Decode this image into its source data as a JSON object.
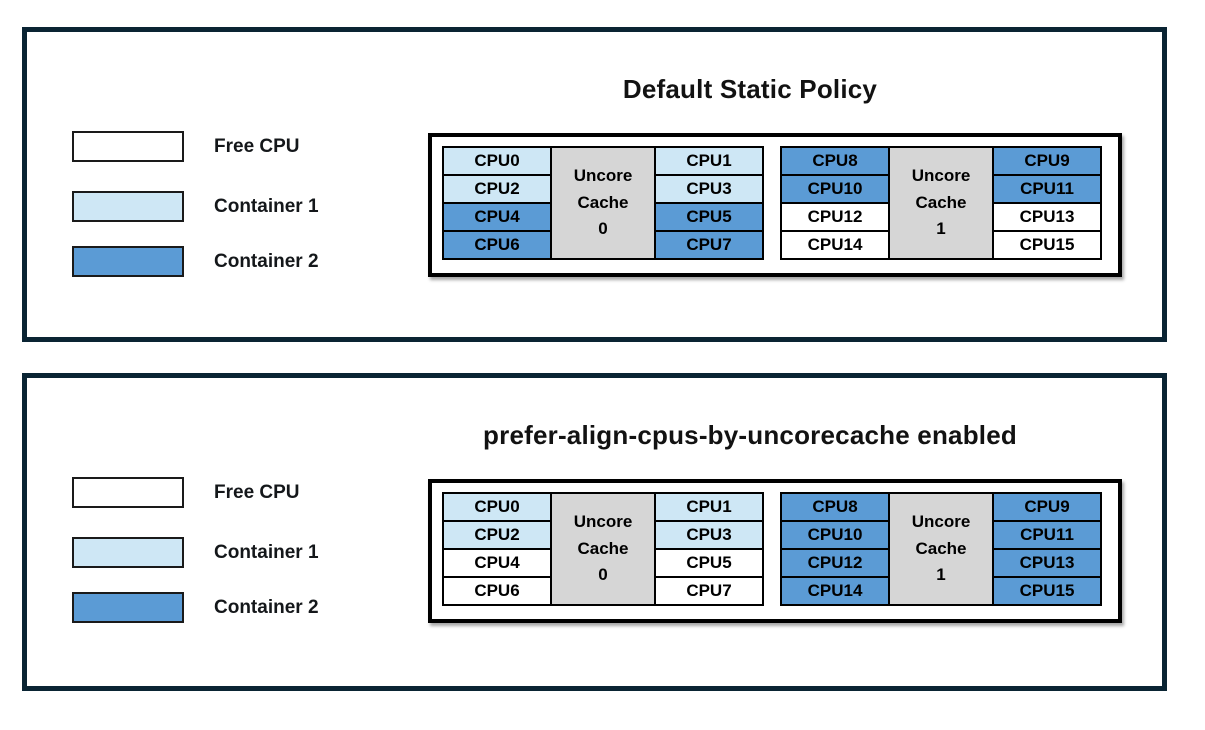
{
  "colors": {
    "free": "#FFFFFF",
    "container1": "#CEE7F5",
    "container2": "#5B9BD5",
    "cache_fill": "#D6D6D6",
    "frame": "#0A2433"
  },
  "panels": [
    {
      "title": "Default Static Policy",
      "legend": [
        {
          "label": "Free CPU",
          "state": "free"
        },
        {
          "label": "Container 1",
          "state": "container1"
        },
        {
          "label": "Container 2",
          "state": "container2"
        }
      ],
      "groups": [
        {
          "cache_lines": [
            "Uncore",
            "Cache",
            "0"
          ],
          "left_cpus": [
            {
              "label": "CPU0",
              "state": "container1"
            },
            {
              "label": "CPU2",
              "state": "container1"
            },
            {
              "label": "CPU4",
              "state": "container2"
            },
            {
              "label": "CPU6",
              "state": "container2"
            }
          ],
          "right_cpus": [
            {
              "label": "CPU1",
              "state": "container1"
            },
            {
              "label": "CPU3",
              "state": "container1"
            },
            {
              "label": "CPU5",
              "state": "container2"
            },
            {
              "label": "CPU7",
              "state": "container2"
            }
          ]
        },
        {
          "cache_lines": [
            "Uncore",
            "Cache",
            "1"
          ],
          "left_cpus": [
            {
              "label": "CPU8",
              "state": "container2"
            },
            {
              "label": "CPU10",
              "state": "container2"
            },
            {
              "label": "CPU12",
              "state": "free"
            },
            {
              "label": "CPU14",
              "state": "free"
            }
          ],
          "right_cpus": [
            {
              "label": "CPU9",
              "state": "container2"
            },
            {
              "label": "CPU11",
              "state": "container2"
            },
            {
              "label": "CPU13",
              "state": "free"
            },
            {
              "label": "CPU15",
              "state": "free"
            }
          ]
        }
      ]
    },
    {
      "title": "prefer-align-cpus-by-uncorecache enabled",
      "legend": [
        {
          "label": "Free CPU",
          "state": "free"
        },
        {
          "label": "Container 1",
          "state": "container1"
        },
        {
          "label": "Container 2",
          "state": "container2"
        }
      ],
      "groups": [
        {
          "cache_lines": [
            "Uncore",
            "Cache",
            "0"
          ],
          "left_cpus": [
            {
              "label": "CPU0",
              "state": "container1"
            },
            {
              "label": "CPU2",
              "state": "container1"
            },
            {
              "label": "CPU4",
              "state": "free"
            },
            {
              "label": "CPU6",
              "state": "free"
            }
          ],
          "right_cpus": [
            {
              "label": "CPU1",
              "state": "container1"
            },
            {
              "label": "CPU3",
              "state": "container1"
            },
            {
              "label": "CPU5",
              "state": "free"
            },
            {
              "label": "CPU7",
              "state": "free"
            }
          ]
        },
        {
          "cache_lines": [
            "Uncore",
            "Cache",
            "1"
          ],
          "left_cpus": [
            {
              "label": "CPU8",
              "state": "container2"
            },
            {
              "label": "CPU10",
              "state": "container2"
            },
            {
              "label": "CPU12",
              "state": "container2"
            },
            {
              "label": "CPU14",
              "state": "container2"
            }
          ],
          "right_cpus": [
            {
              "label": "CPU9",
              "state": "container2"
            },
            {
              "label": "CPU11",
              "state": "container2"
            },
            {
              "label": "CPU13",
              "state": "container2"
            },
            {
              "label": "CPU15",
              "state": "container2"
            }
          ]
        }
      ]
    }
  ]
}
